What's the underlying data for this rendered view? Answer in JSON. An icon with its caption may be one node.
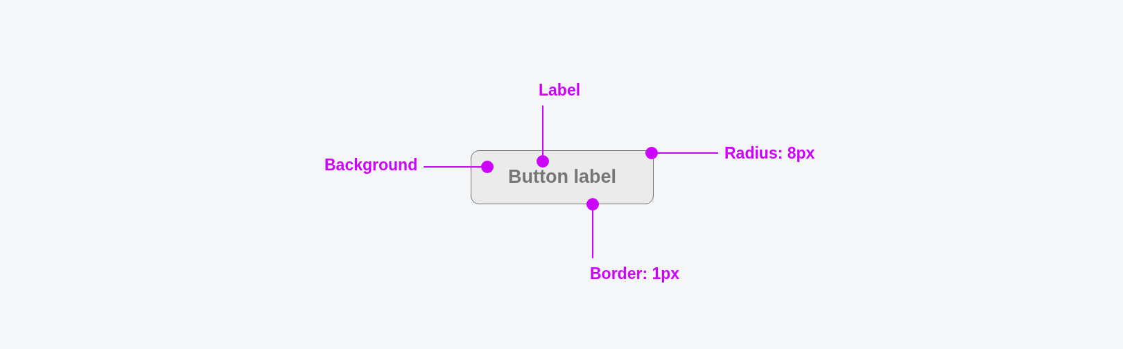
{
  "diagram": {
    "nodes": [
      {
        "text": [
          "Label"
        ]
      },
      {
        "text": [
          "Background"
        ]
      },
      {
        "text": [
          "Button label"
        ]
      },
      {
        "text": [
          "Radius: 8px"
        ]
      },
      {
        "text": [
          "Border: 1px"
        ]
      }
    ],
    "edges": [
      {
        "from": 0,
        "to": 2,
        "arrow": "other"
      },
      {
        "from": 1,
        "to": 2,
        "arrow": "other"
      },
      {
        "from": 3,
        "to": 2,
        "arrow": "other"
      },
      {
        "from": 4,
        "to": 2,
        "arrow": "other"
      }
    ]
  }
}
